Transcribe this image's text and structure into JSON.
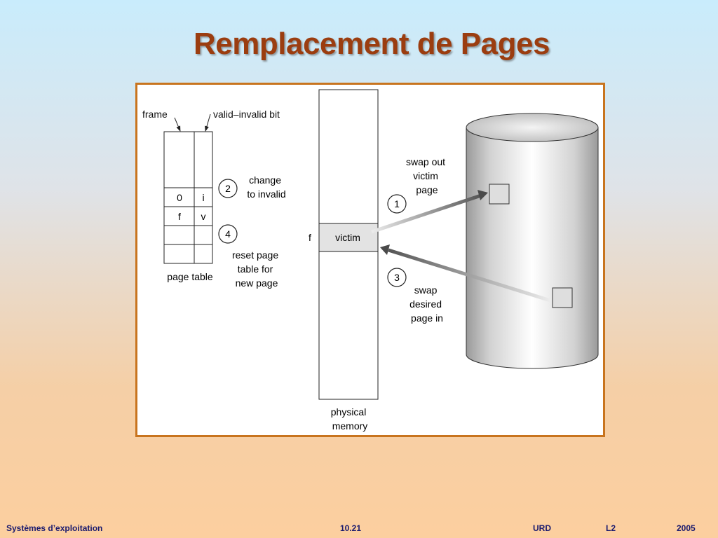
{
  "slide": {
    "title": "Remplacement de Pages"
  },
  "diagram": {
    "label_frame": "frame",
    "label_valid_invalid": "valid–invalid bit",
    "page_table": {
      "caption": "page table",
      "rows": [
        {
          "frame": "",
          "bit": ""
        },
        {
          "frame": "0",
          "bit": "i"
        },
        {
          "frame": "f",
          "bit": "v"
        },
        {
          "frame": "",
          "bit": ""
        },
        {
          "frame": "",
          "bit": ""
        }
      ]
    },
    "steps": [
      {
        "number": "1",
        "lines": [
          "swap out",
          "victim",
          "page"
        ]
      },
      {
        "number": "2",
        "lines": [
          "change",
          "to invalid"
        ]
      },
      {
        "number": "3",
        "lines": [
          "swap",
          "desired",
          "page in"
        ]
      },
      {
        "number": "4",
        "lines": [
          "reset page",
          "table for",
          "new page"
        ]
      }
    ],
    "physical_memory": {
      "frame_label": "f",
      "victim_label": "victim",
      "caption_lines": [
        "physical",
        "memory"
      ]
    },
    "colors": {
      "border": "#c8741e",
      "victim_fill": "#e3e3e3",
      "arrow": "#6e6e6e"
    }
  },
  "footer": {
    "course": "Systèmes d’exploitation",
    "slide_number": "10.21",
    "org": "URD",
    "level": "L2",
    "year": "2005"
  }
}
